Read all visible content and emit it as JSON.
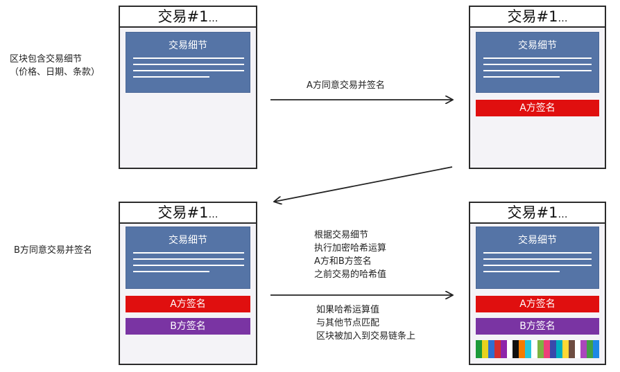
{
  "block_title": "交易#1",
  "block_title_ellipsis": "…",
  "details_label": "交易细节",
  "sig_a": "A方签名",
  "sig_b": "B方签名",
  "left_note_1_line1": "区块包含交易细节",
  "left_note_1_line2": "（价格、日期、条款）",
  "arrow_label_1": "A方同意交易并签名",
  "left_note_2": "B方同意交易并签名",
  "arrow_label_2": {
    "lines": [
      "根据交易细节",
      "执行加密哈希运算",
      "A方和B方签名",
      "之前交易的哈希值"
    ]
  },
  "arrow_label_3": {
    "lines": [
      "如果哈希运算值",
      "与其他节点匹配",
      "区块被加入到交易链条上"
    ]
  },
  "colors": {
    "card_border": "#2b2b2b",
    "details_blue": "#5574a6",
    "sig_a_red": "#e00f0f",
    "sig_b_purple": "#7a34a3"
  },
  "hash_colors": [
    "#1c9a3a",
    "#e8d21e",
    "#2f6fd0",
    "#d32f2f",
    "#8e24aa",
    "#ffffff",
    "#111111",
    "#f57c00",
    "#26c6da",
    "#ffffff",
    "#7cb342",
    "#ec407a",
    "#3949ab",
    "#00acc1",
    "#fdd835",
    "#6d4c41",
    "#ffffff",
    "#ab47bc",
    "#43a047",
    "#1e88e5"
  ]
}
